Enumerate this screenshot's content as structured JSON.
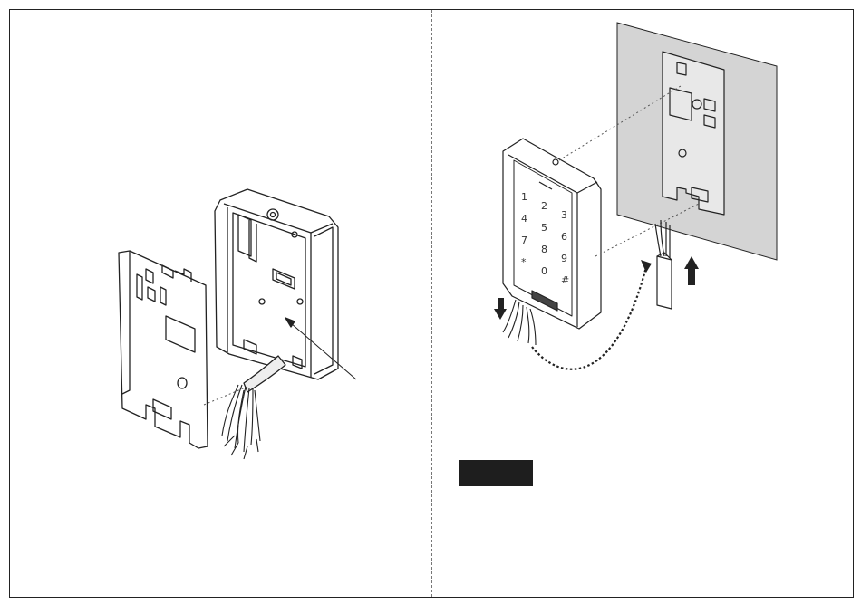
{
  "document": {
    "panels": [
      {
        "id": "left",
        "description_icon": "exploded-mounting-view"
      },
      {
        "id": "right",
        "description_icon": "wall-mounting-view"
      }
    ],
    "keypad": {
      "keys": [
        "1",
        "2",
        "3",
        "4",
        "5",
        "6",
        "7",
        "8",
        "9",
        "*",
        "0",
        "#"
      ]
    },
    "note_badge": {
      "label": "",
      "color": "#1e1e1e"
    },
    "colors": {
      "line": "#222222",
      "wall": "#d4d4d4",
      "dotted": "#555555"
    }
  }
}
